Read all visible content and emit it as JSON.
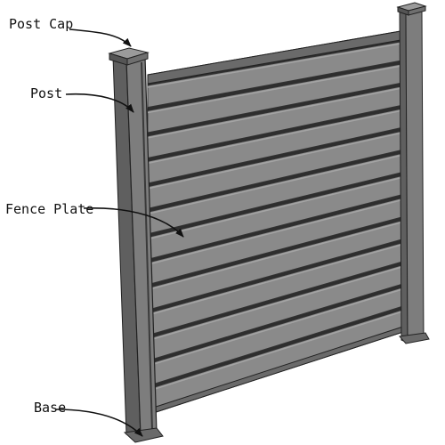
{
  "labels": {
    "post_cap": "Post Cap",
    "post": "Post",
    "fence_plate": "Fence Plate",
    "base": "Base"
  },
  "colors": {
    "post_front": "#7d7d7d",
    "post_side": "#5f5f5f",
    "post_dark": "#3a3a3a",
    "cap_top": "#9a9a9a",
    "plate": "#8a8a8a",
    "plate_highlight": "#a4a4a4",
    "groove": "#2e2e2e",
    "rail": "#6a6a6a",
    "outline": "#222222",
    "arrow": "#111111"
  },
  "fence": {
    "plate_count": 13
  }
}
